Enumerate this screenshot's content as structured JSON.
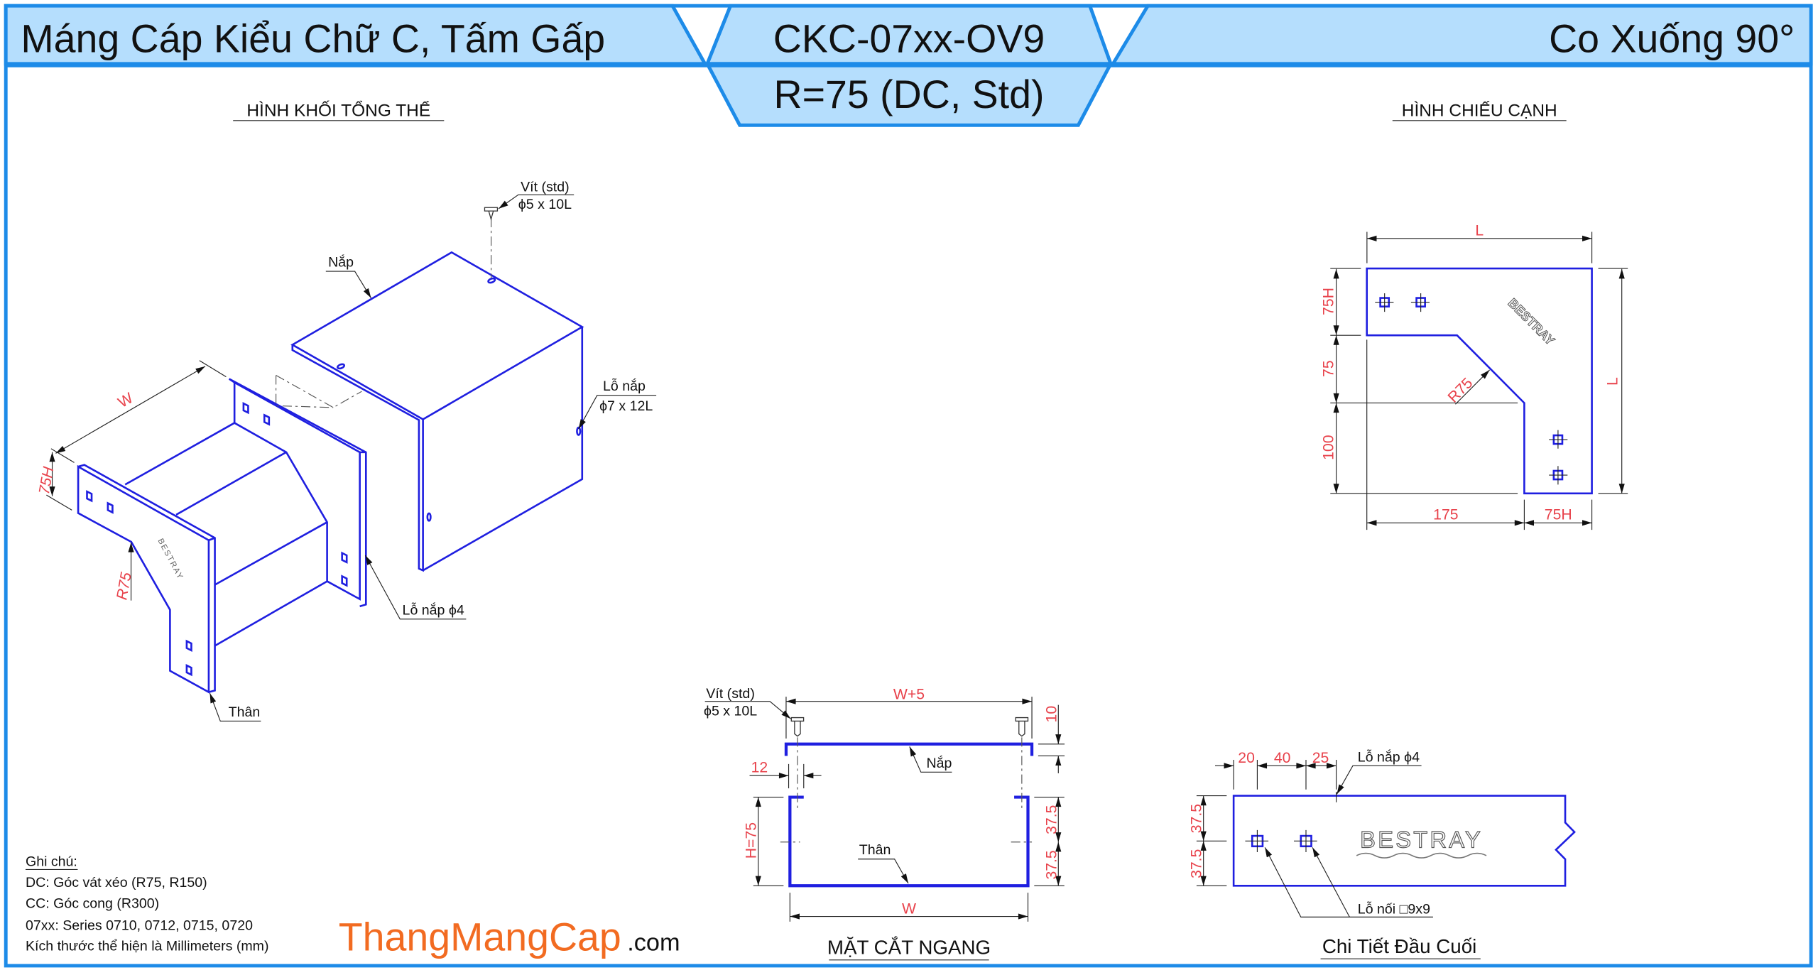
{
  "header": {
    "title_left": "Máng Cáp Kiểu Chữ C, Tấm Gấp",
    "code": "CKC-07xx-OV9",
    "variant": "R=75 (DC, Std)",
    "title_right": "Co Xuống 90°"
  },
  "iso_view": {
    "title": "HÌNH KHỐI TỔNG THỂ",
    "screw_label": "Vít (std)",
    "screw_size": "ϕ5 x 10L",
    "lid_label": "Nắp",
    "lid_hole_label": "Lỗ nắp",
    "lid_hole_size": "ϕ7 x 12L",
    "cover_hole_label": "Lỗ nắp ϕ4",
    "body_label": "Thân",
    "dim_w": "W",
    "dim_h": "75H",
    "dim_r": "R75",
    "brand": "BESTRAY"
  },
  "side_view": {
    "title": "HÌNH CHIẾU CẠNH",
    "dim_top": "L",
    "dim_right": "L",
    "dim_left_1": "75H",
    "dim_left_2": "75",
    "dim_left_3": "100",
    "dim_bottom_1": "175",
    "dim_bottom_2": "75H",
    "dim_radius": "R75",
    "brand": "BESTRAY"
  },
  "section_view": {
    "title": "MẶT CẮT NGANG",
    "screw_label": "Vít (std)",
    "screw_size": "ϕ5 x 10L",
    "dim_top": "W+5",
    "dim_gap": "10",
    "dim_flange": "12",
    "dim_height": "H=75",
    "dim_half_1": "37.5",
    "dim_half_2": "37.5",
    "dim_width": "W",
    "lid_label": "Nắp",
    "body_label": "Thân"
  },
  "end_detail": {
    "title": "Chi Tiết Đầu Cuối",
    "dim_1": "20",
    "dim_2": "40",
    "dim_3": "25",
    "dim_v1": "37.5",
    "dim_v2": "37.5",
    "cover_hole_label": "Lỗ nắp ϕ4",
    "joint_hole_label": "Lỗ nối □9x9",
    "brand": "BESTRAY"
  },
  "notes": {
    "heading": "Ghi chú:",
    "lines": [
      "DC: Góc vát xéo (R75, R150)",
      "CC: Góc cong (R300)",
      "07xx: Series 0710, 0712, 0715, 0720",
      "Kích thước thể hiện là Millimeters (mm)"
    ]
  },
  "watermark": {
    "main": "ThangMangCap",
    "suffix": ".com"
  },
  "colors": {
    "frame": "#1d8be8",
    "header_fill": "#b5defd",
    "part_line": "#1f1fe0",
    "dimension": "#e8424b",
    "watermark": "#f26b21"
  }
}
